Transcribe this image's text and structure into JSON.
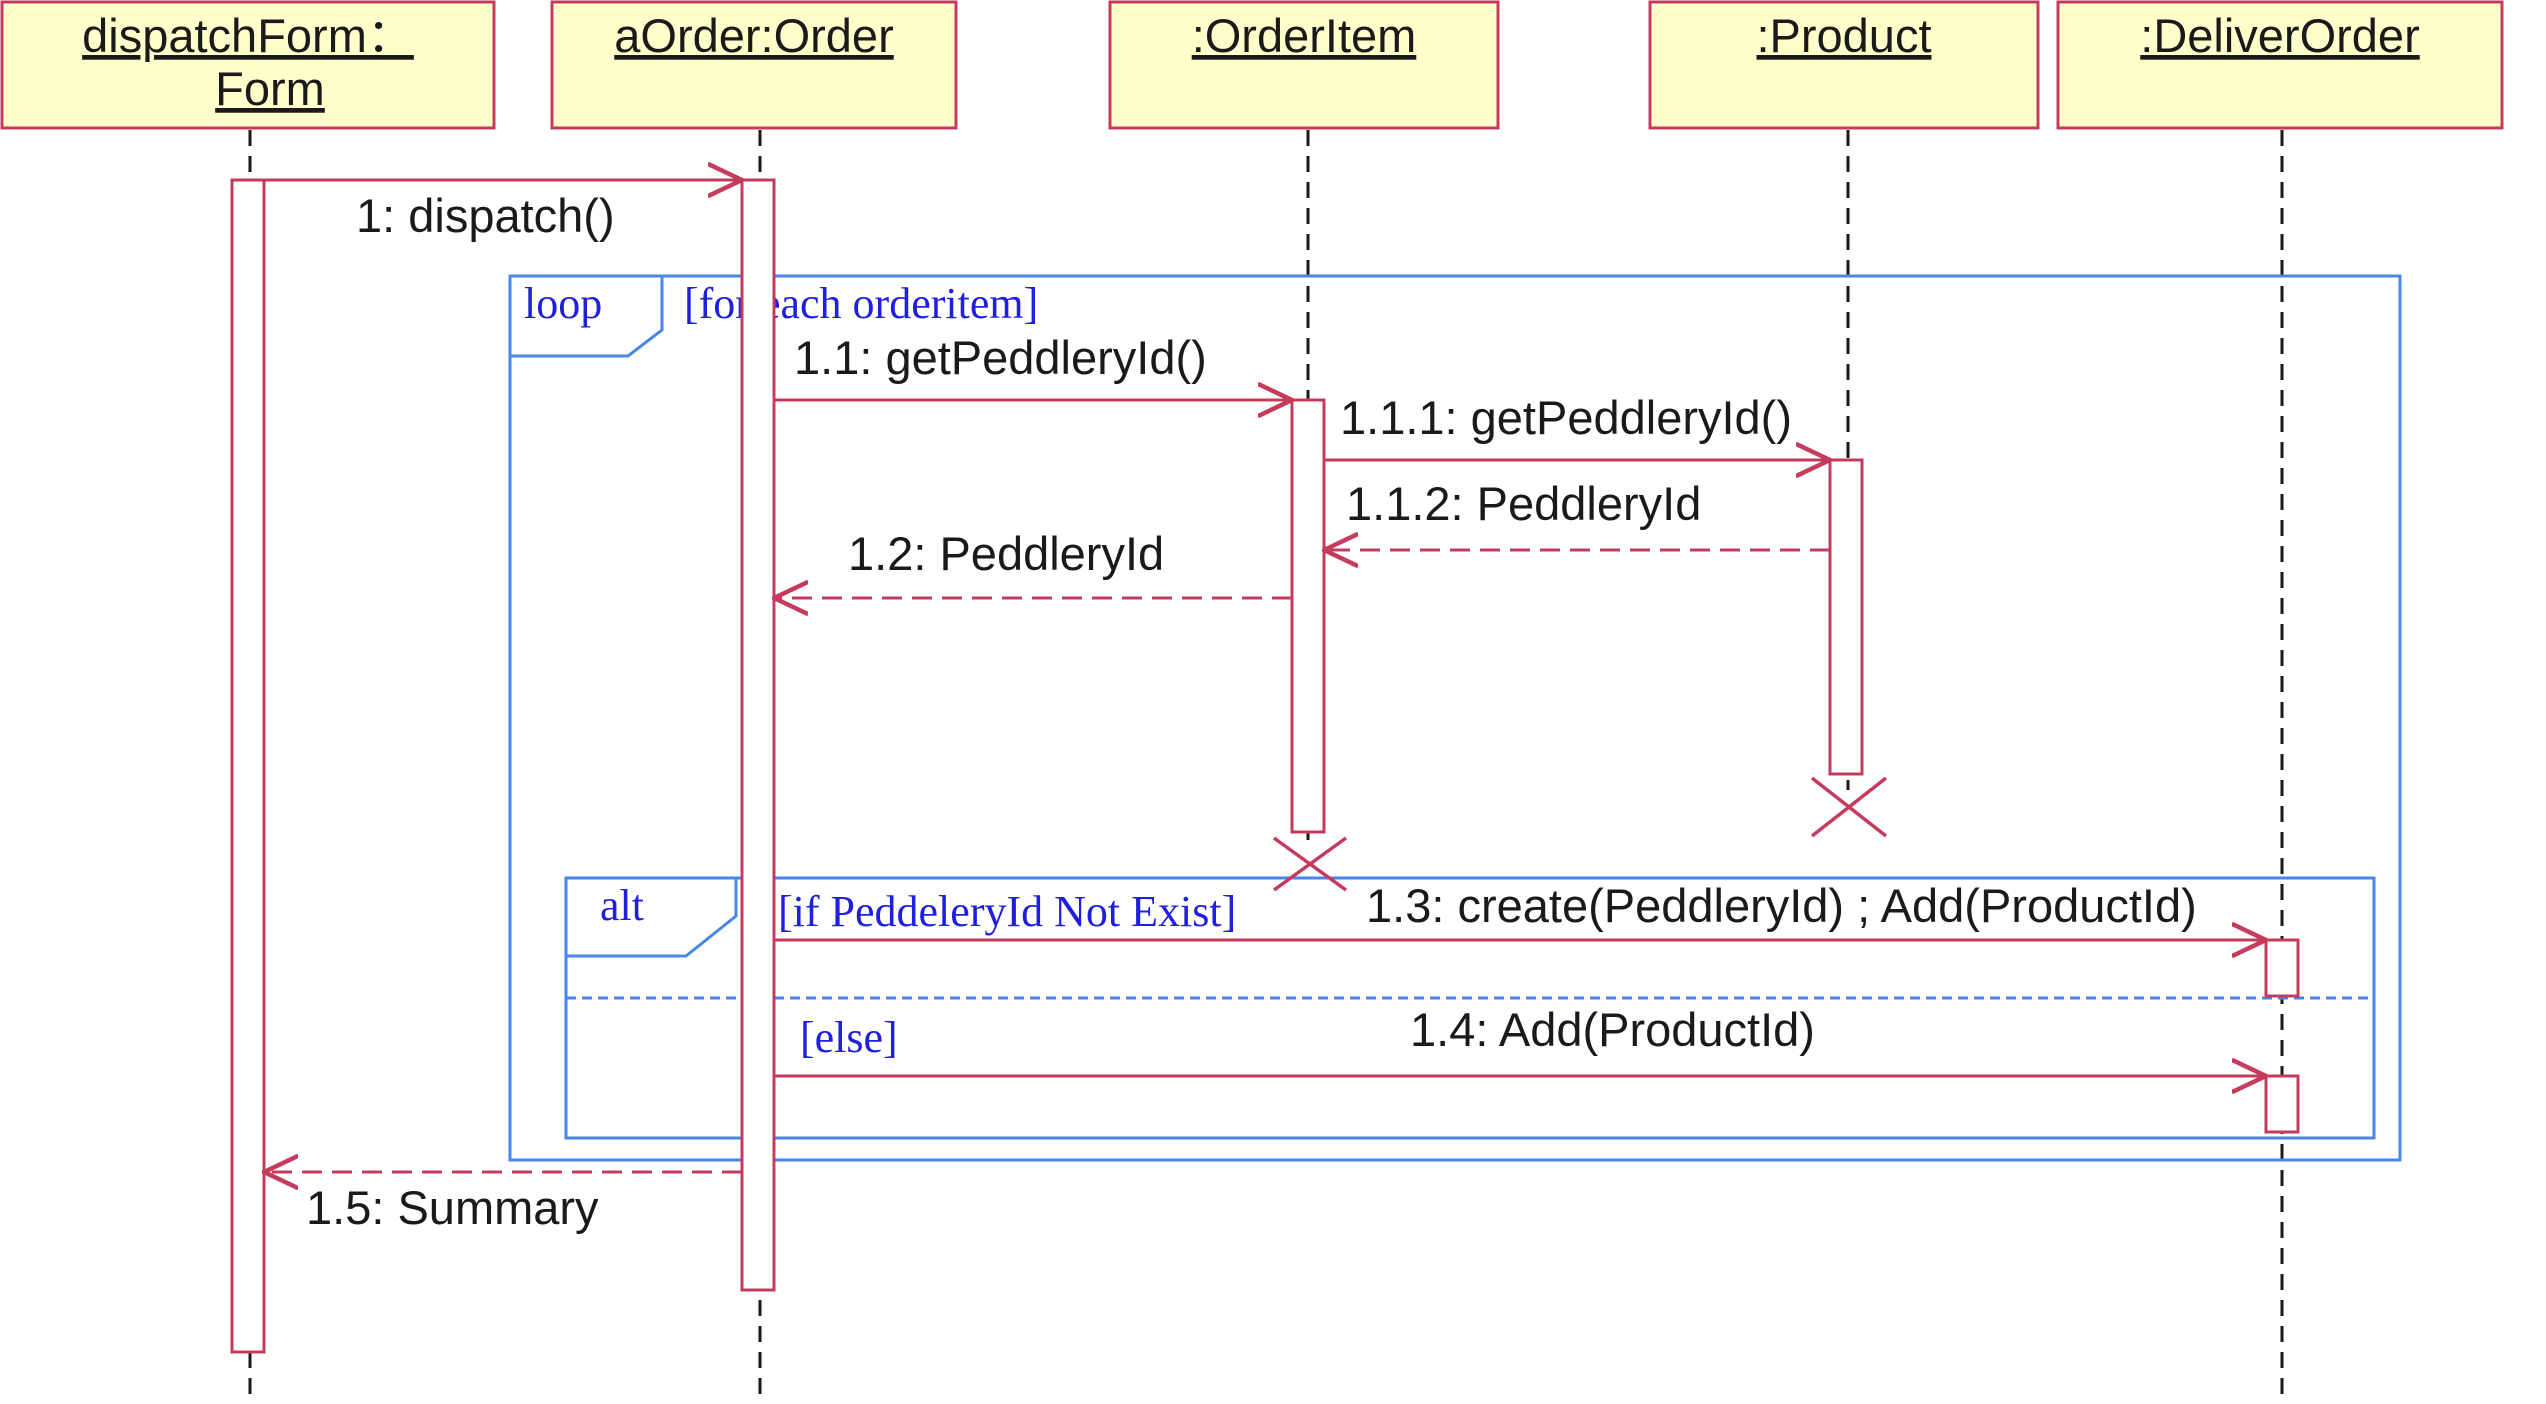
{
  "colors": {
    "lifeline_box_fill": "#ffffcc",
    "lifeline_box_stroke": "#c43b5c",
    "message_line": "#c43b5c",
    "fragment": "#4a86e8",
    "fragment_text": "#1f1fe0",
    "text": "#1a1a1a"
  },
  "lifelines": [
    {
      "id": "form",
      "line1": "dispatchForm：",
      "line2": "Form"
    },
    {
      "id": "order",
      "line1": "aOrder:Order",
      "line2": ""
    },
    {
      "id": "item",
      "line1": ":OrderItem",
      "line2": ""
    },
    {
      "id": "product",
      "line1": ":Product",
      "line2": ""
    },
    {
      "id": "deliver",
      "line1": ":DeliverOrder",
      "line2": ""
    }
  ],
  "messages": [
    {
      "id": "m1",
      "label": "1: dispatch()",
      "from": "form",
      "to": "order",
      "kind": "call"
    },
    {
      "id": "m11",
      "label": "1.1: getPeddleryId()",
      "from": "order",
      "to": "item",
      "kind": "call"
    },
    {
      "id": "m111",
      "label": "1.1.1: getPeddleryId()",
      "from": "item",
      "to": "product",
      "kind": "call"
    },
    {
      "id": "m112",
      "label": "1.1.2: PeddleryId",
      "from": "product",
      "to": "item",
      "kind": "return"
    },
    {
      "id": "m12",
      "label": "1.2: PeddleryId",
      "from": "item",
      "to": "order",
      "kind": "return"
    },
    {
      "id": "m13",
      "label": "1.3: create(PeddleryId) ; Add(ProductId)",
      "from": "order",
      "to": "deliver",
      "kind": "create"
    },
    {
      "id": "m14",
      "label": "1.4: Add(ProductId)",
      "from": "order",
      "to": "deliver",
      "kind": "call"
    },
    {
      "id": "m15",
      "label": "1.5: Summary",
      "from": "order",
      "to": "form",
      "kind": "return"
    }
  ],
  "fragments": {
    "loop": {
      "operator": "loop",
      "guard": "[for each orderitem]"
    },
    "alt": {
      "operator": "alt",
      "guard1": "[if PeddeleryId Not Exist]",
      "guard2": "[else]"
    }
  },
  "destroyed": [
    "item",
    "product"
  ]
}
